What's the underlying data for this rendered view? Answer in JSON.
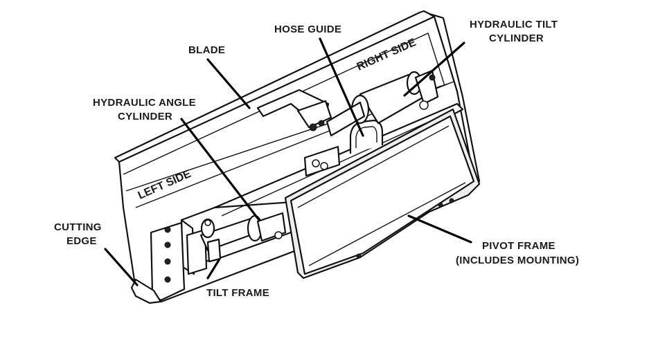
{
  "labels": {
    "hose_guide": "HOSE GUIDE",
    "hydraulic_tilt_cylinder_line1": "HYDRAULIC TILT",
    "hydraulic_tilt_cylinder_line2": "CYLINDER",
    "blade": "BLADE",
    "right_side": "RIGHT SIDE",
    "hydraulic_angle_cylinder_line1": "HYDRAULIC ANGLE",
    "hydraulic_angle_cylinder_line2": "CYLINDER",
    "left_side": "LEFT SIDE",
    "cutting_edge_line1": "CUTTING",
    "cutting_edge_line2": "EDGE",
    "tilt_frame": "TILT FRAME",
    "pivot_frame_line1": "PIVOT FRAME",
    "pivot_frame_line2": "(INCLUDES MOUNTING)"
  }
}
